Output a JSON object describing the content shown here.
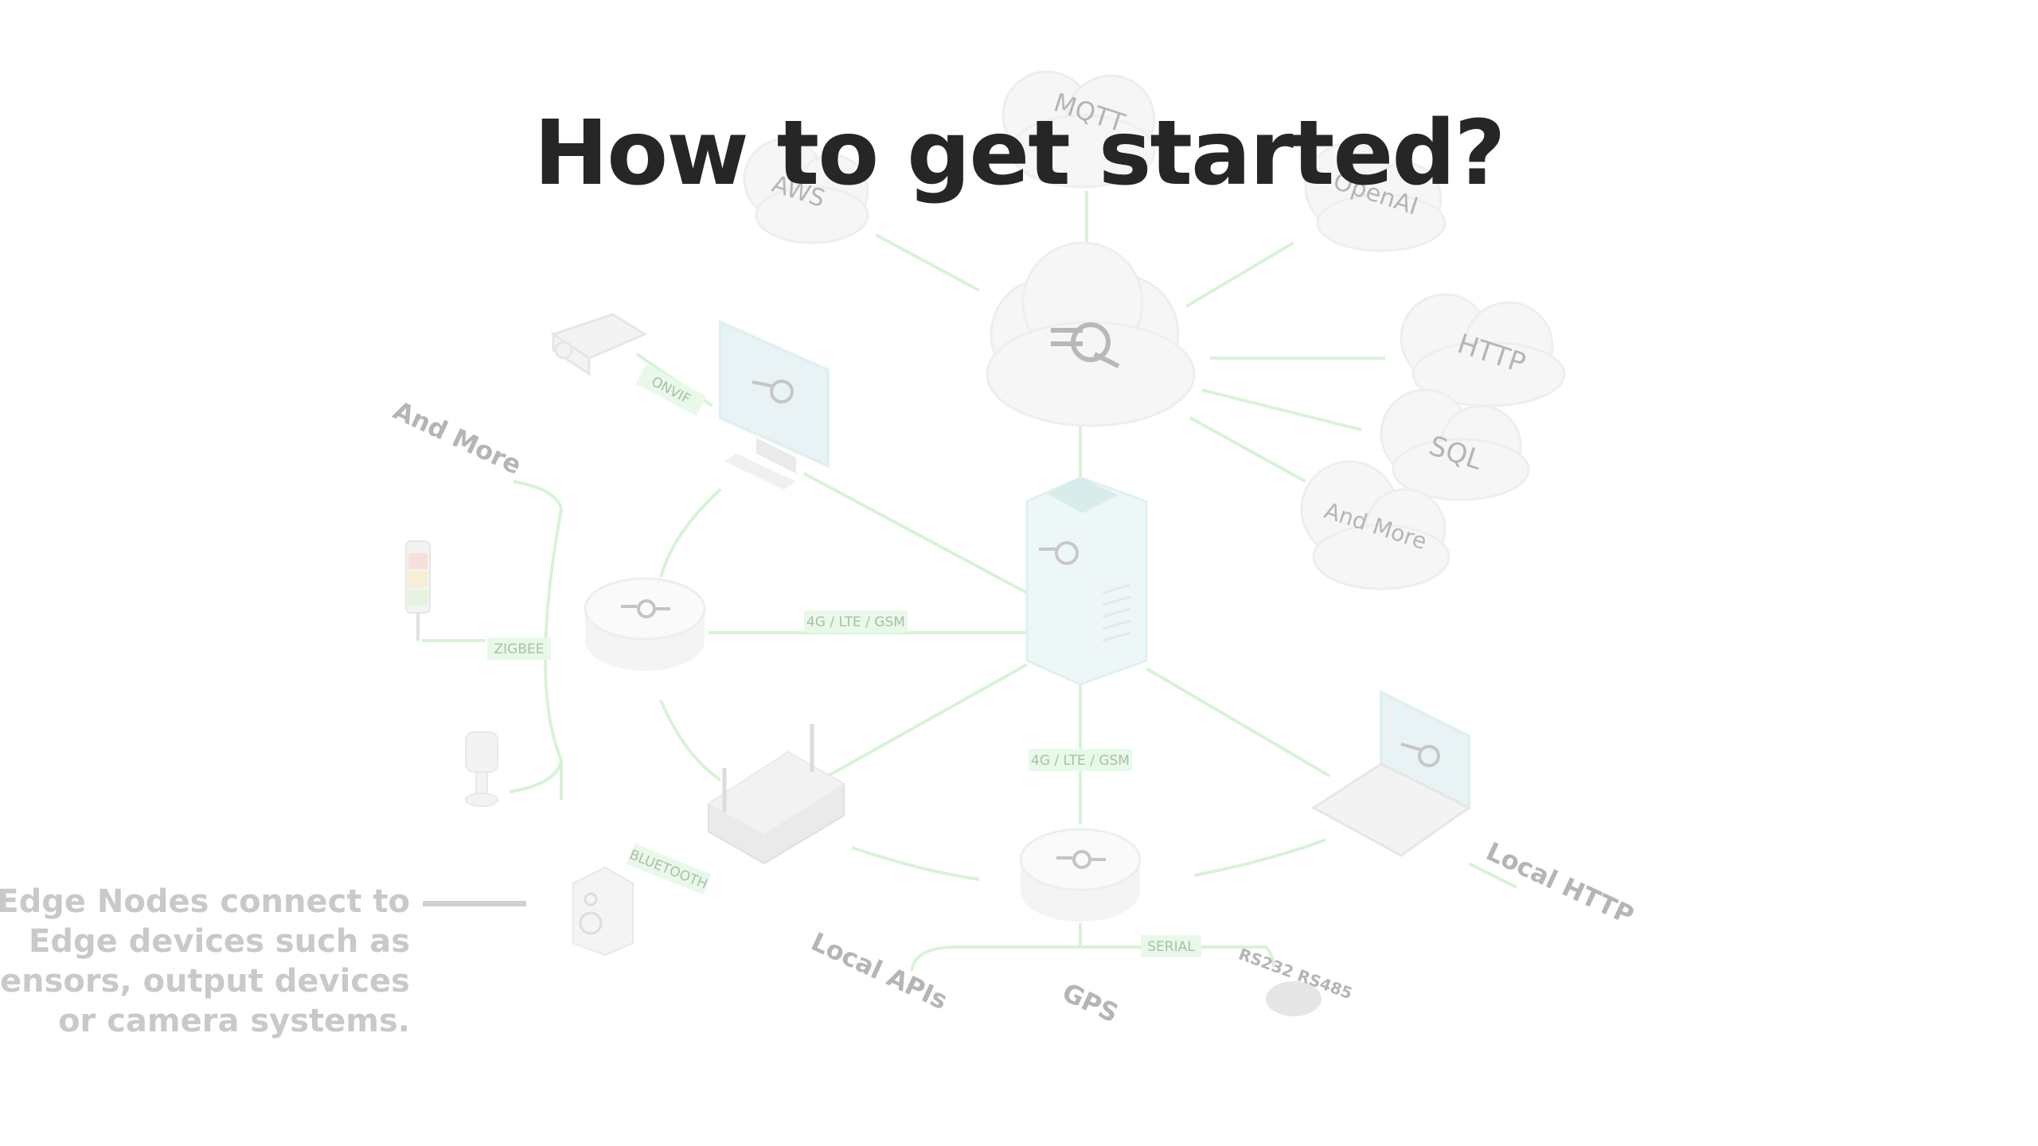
{
  "slide": {
    "title": "How to get started?",
    "caption": "Edge Nodes connect to Edge devices such as sensors, output devices or camera systems."
  },
  "diagram": {
    "clouds": [
      "MQTT",
      "AWS",
      "OpenAI",
      "HTTP",
      "SQL",
      "And More"
    ],
    "connections": [
      "ONVIF",
      "4G / LTE / GSM",
      "ZIGBEE",
      "4G / LTE / GSM",
      "BLUETOOTH",
      "SERIAL"
    ],
    "edge_labels": [
      "And More",
      "Local APIs",
      "GPS",
      "RS232 RS485",
      "Local HTTP"
    ]
  },
  "colors": {
    "accent": "#8fe08f",
    "title": "#262626",
    "caption": "#c9c9c9"
  }
}
